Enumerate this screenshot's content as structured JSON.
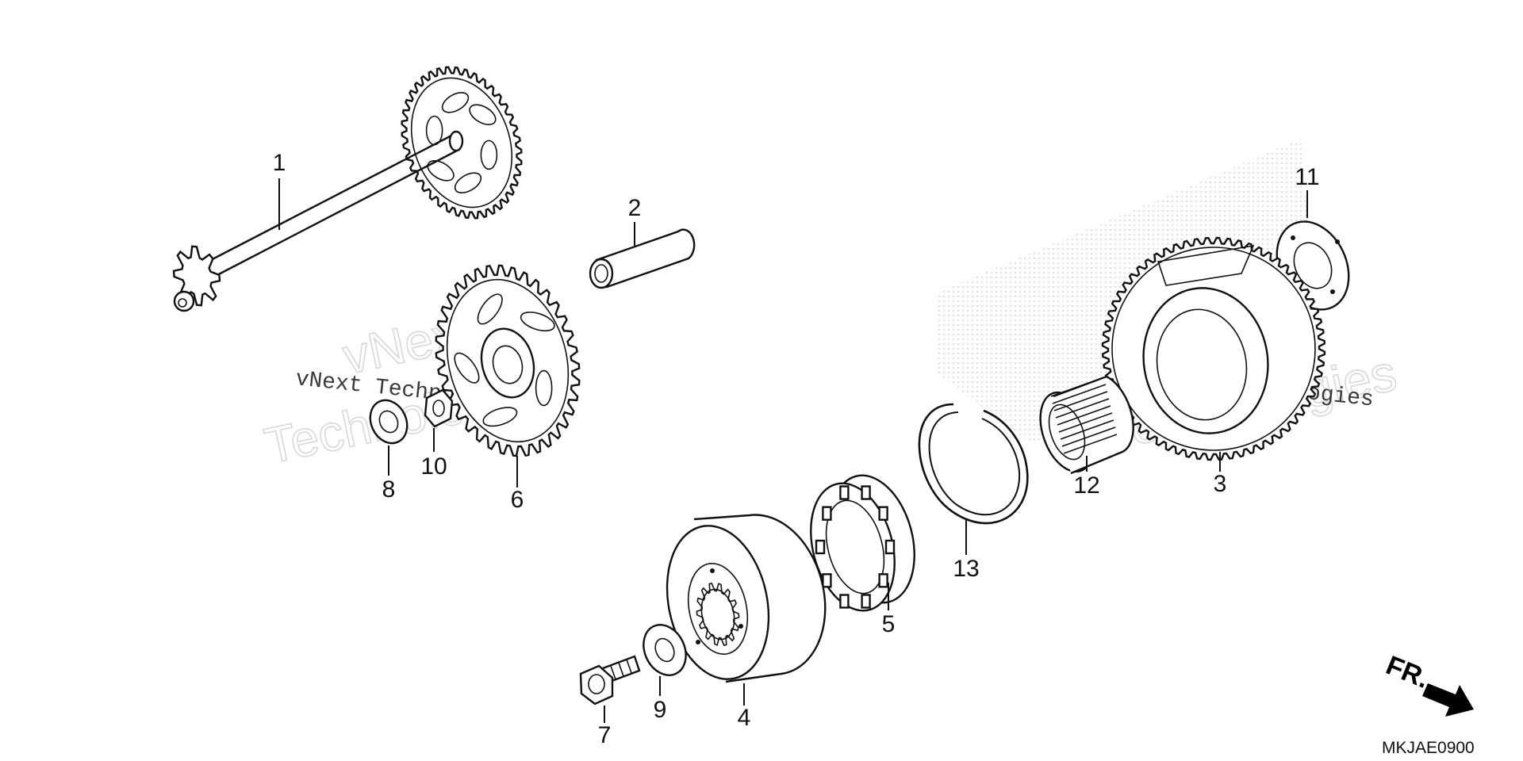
{
  "diagram": {
    "catalog_code": "MKJAE0900",
    "direction_label": "FR.",
    "watermarks": [
      {
        "text": "vNext Technologies"
      },
      {
        "text": "vNext Technologies"
      },
      {
        "text": "vNext"
      },
      {
        "text": "Technologies"
      },
      {
        "text": "vNext"
      },
      {
        "text": "Technologies"
      }
    ],
    "part_labels": [
      {
        "id": "part-1",
        "text": "1"
      },
      {
        "id": "part-2",
        "text": "2"
      },
      {
        "id": "part-3",
        "text": "3"
      },
      {
        "id": "part-4",
        "text": "4"
      },
      {
        "id": "part-5",
        "text": "5"
      },
      {
        "id": "part-6",
        "text": "6"
      },
      {
        "id": "part-7",
        "text": "7"
      },
      {
        "id": "part-8",
        "text": "8"
      },
      {
        "id": "part-9",
        "text": "9"
      },
      {
        "id": "part-10",
        "text": "10"
      },
      {
        "id": "part-11",
        "text": "11"
      },
      {
        "id": "part-12",
        "text": "12"
      },
      {
        "id": "part-13",
        "text": "13"
      }
    ]
  }
}
